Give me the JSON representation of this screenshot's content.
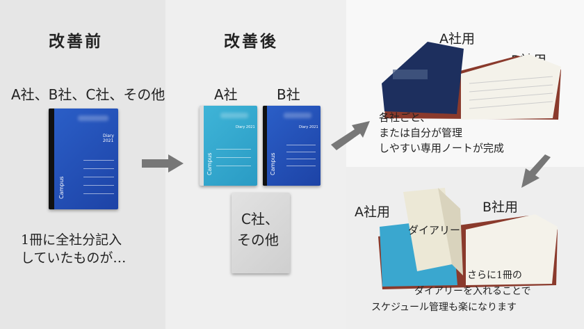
{
  "before": {
    "heading": "改善前",
    "companies": "A社、B社、C社、その他",
    "caption_line1": "1冊に全社分記入",
    "caption_line2": "していたものが…"
  },
  "after": {
    "heading": "改善後",
    "label_a": "A社",
    "label_b": "B社",
    "label_c_line1": "C社、",
    "label_c_line2": "その他"
  },
  "right_top": {
    "label_a": "A社用",
    "label_b": "B社用",
    "caption_line1": "各社ごと、",
    "caption_line2": "または自分が管理",
    "caption_line3": "しやすい専用ノートが完成"
  },
  "right_bottom": {
    "label_a": "A社用",
    "label_b": "B社用",
    "diary_label": "ダイアリー",
    "caption_line1": "さらに1冊の",
    "caption_line2": "ダイアリーを入れることで",
    "caption_line3": "スケジュール管理も楽になります"
  },
  "notebook": {
    "brand": "Campus",
    "diary_text": "Diary 2021"
  },
  "colors": {
    "blue_notebook": "#2250b8",
    "cyan_notebook": "#36a9d0",
    "arrow": "#777777"
  }
}
